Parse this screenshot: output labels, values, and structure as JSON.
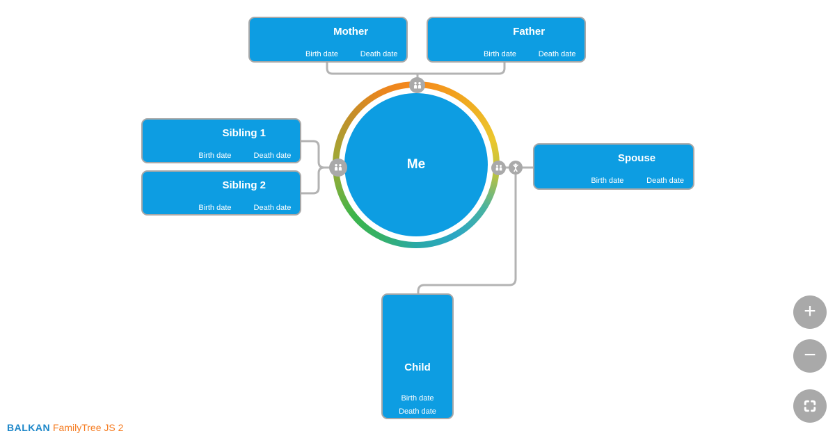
{
  "brand": {
    "name": "BALKAN",
    "product": "FamilyTree JS 2"
  },
  "diagram": {
    "me": {
      "label": "Me"
    },
    "nodes": {
      "mother": {
        "title": "Mother",
        "birth": "Birth date",
        "death": "Death date"
      },
      "father": {
        "title": "Father",
        "birth": "Birth date",
        "death": "Death date"
      },
      "sibling1": {
        "title": "Sibling 1",
        "birth": "Birth date",
        "death": "Death date"
      },
      "sibling2": {
        "title": "Sibling 2",
        "birth": "Birth date",
        "death": "Death date"
      },
      "spouse": {
        "title": "Spouse",
        "birth": "Birth date",
        "death": "Death date"
      },
      "child": {
        "title": "Child",
        "birth": "Birth date",
        "death": "Death date"
      }
    },
    "link_icons": {
      "parents": "couple-icon",
      "siblings": "children-icon",
      "partner": "couple-icon",
      "children": "person-raised-arms-icon"
    }
  },
  "controls": {
    "zoom_in": "+",
    "zoom_out": "−",
    "fit": "fit-screen-icon"
  },
  "colors": {
    "node_fill": "#0d9de2",
    "node_border": "#a8a8a8",
    "link_line": "#b3b3b3",
    "badge": "#a9a9a9",
    "button": "#a9a9a9",
    "brand_blue": "#1d87c9",
    "brand_orange": "#f57b20",
    "ring_gradient": [
      "#f6881c",
      "#ecc72e",
      "#b9c240",
      "#2ba6c4",
      "#2aa9a6",
      "#3cb54b",
      "#a3a535",
      "#ea861e"
    ]
  }
}
